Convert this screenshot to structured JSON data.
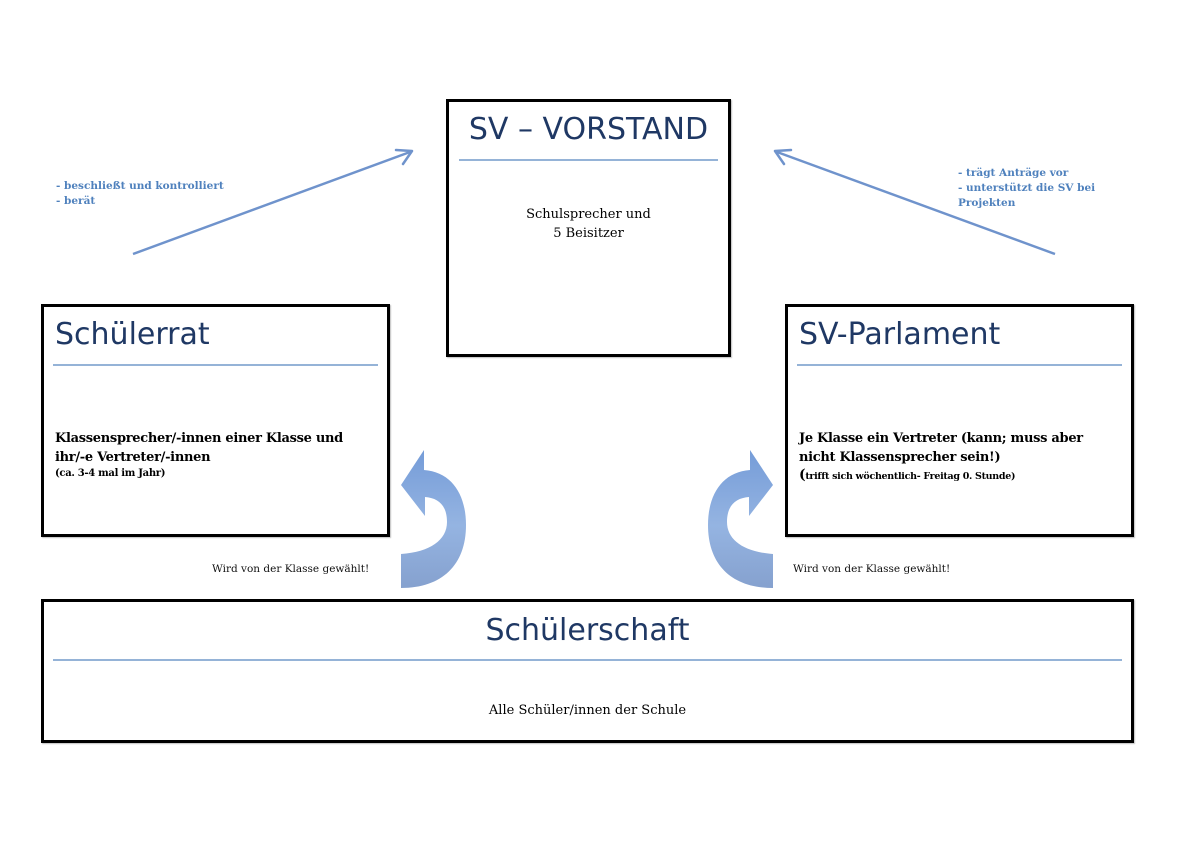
{
  "diagram": {
    "vorstand": {
      "title": "SV – VORSTAND",
      "lines": [
        "Schulsprecher und",
        "5 Beisitzer"
      ]
    },
    "schuelerrat": {
      "title": "Schülerrat",
      "main_lines": [
        "Klassensprecher/-innen einer Klasse und",
        "ihr/-e Vertreter/-innen"
      ],
      "sub_line": "(ca. 3-4 mal im Jahr)"
    },
    "parlament": {
      "title": "SV-Parlament",
      "main_lines": [
        "Je Klasse ein Vertreter (kann; muss aber",
        "nicht Klassensprecher sein!)"
      ],
      "sub_line_prefix": "(",
      "sub_line": "trifft sich wöchentlich- Freitag 0. Stunde)"
    },
    "schuelerschaft": {
      "title": "Schülerschaft",
      "line": "Alle Schüler/innen der Schule"
    },
    "left_note": [
      "- beschließt und kontrolliert",
      "- berät"
    ],
    "right_note": [
      "- trägt Anträge vor",
      "- unterstützt die SV bei",
      "Projekten"
    ],
    "left_caption": "Wird von der Klasse gewählt!",
    "right_caption": "Wird von der Klasse gewählt!",
    "colors": {
      "title": "#1f3864",
      "rule": "#95b3d7",
      "note": "#4f81bd",
      "arrow": "#6f93cc",
      "curved_arrow": "#7da0d8"
    }
  }
}
